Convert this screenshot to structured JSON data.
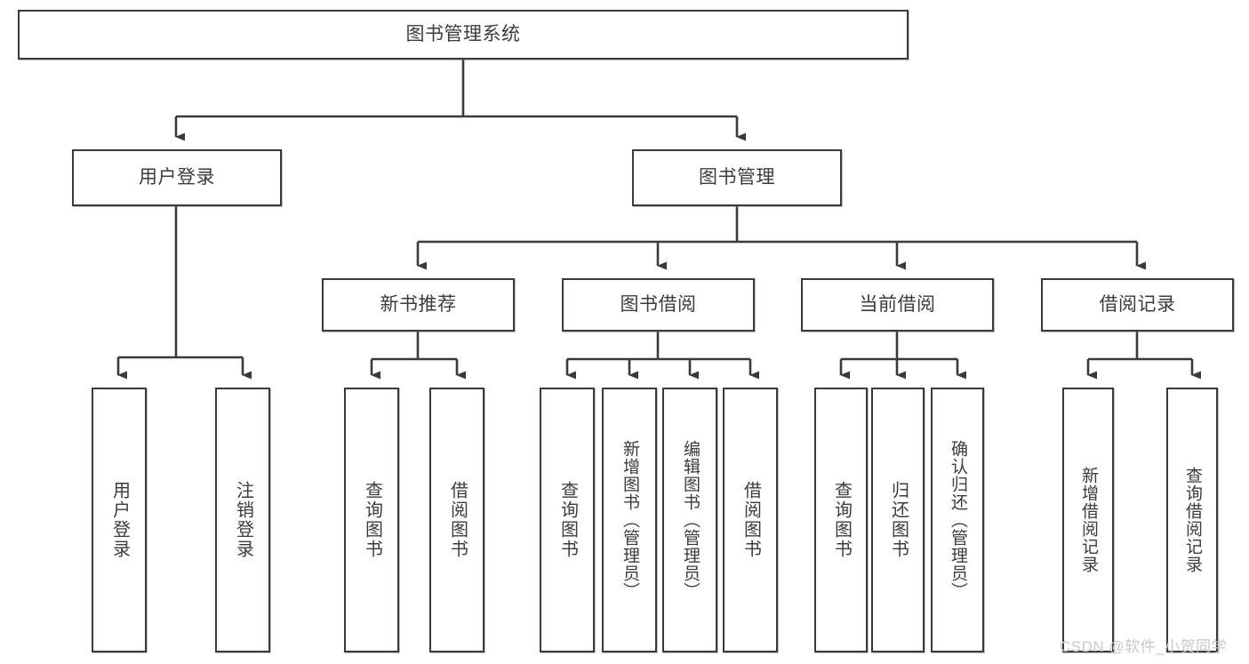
{
  "diagram": {
    "type": "tree",
    "title": "图书管理系统",
    "root": {
      "label": "图书管理系统"
    },
    "level1": [
      {
        "label": "用户登录"
      },
      {
        "label": "图书管理"
      }
    ],
    "level2": [
      {
        "label": "新书推荐"
      },
      {
        "label": "图书借阅"
      },
      {
        "label": "当前借阅"
      },
      {
        "label": "借阅记录"
      }
    ],
    "leaves": {
      "user_login": [
        {
          "label": "用户登录"
        },
        {
          "label": "注销登录"
        }
      ],
      "new_book_recommend": [
        {
          "label": "查询图书"
        },
        {
          "label": "借阅图书"
        }
      ],
      "book_borrow": [
        {
          "label": "查询图书"
        },
        {
          "label": "新增图书（管理员）"
        },
        {
          "label": "编辑图书（管理员）"
        },
        {
          "label": "借阅图书"
        }
      ],
      "current_borrow": [
        {
          "label": "查询图书"
        },
        {
          "label": "归还图书"
        },
        {
          "label": "确认归还（管理员）"
        }
      ],
      "borrow_record": [
        {
          "label": "新增借阅记录"
        },
        {
          "label": "查询借阅记录"
        }
      ]
    }
  },
  "watermark": {
    "text": "CSDN @软件_小贺同学"
  },
  "colors": {
    "stroke": "#3a3a3a",
    "text": "#3c3c3c",
    "background": "#ffffff",
    "watermark": "#c9c9c9"
  }
}
